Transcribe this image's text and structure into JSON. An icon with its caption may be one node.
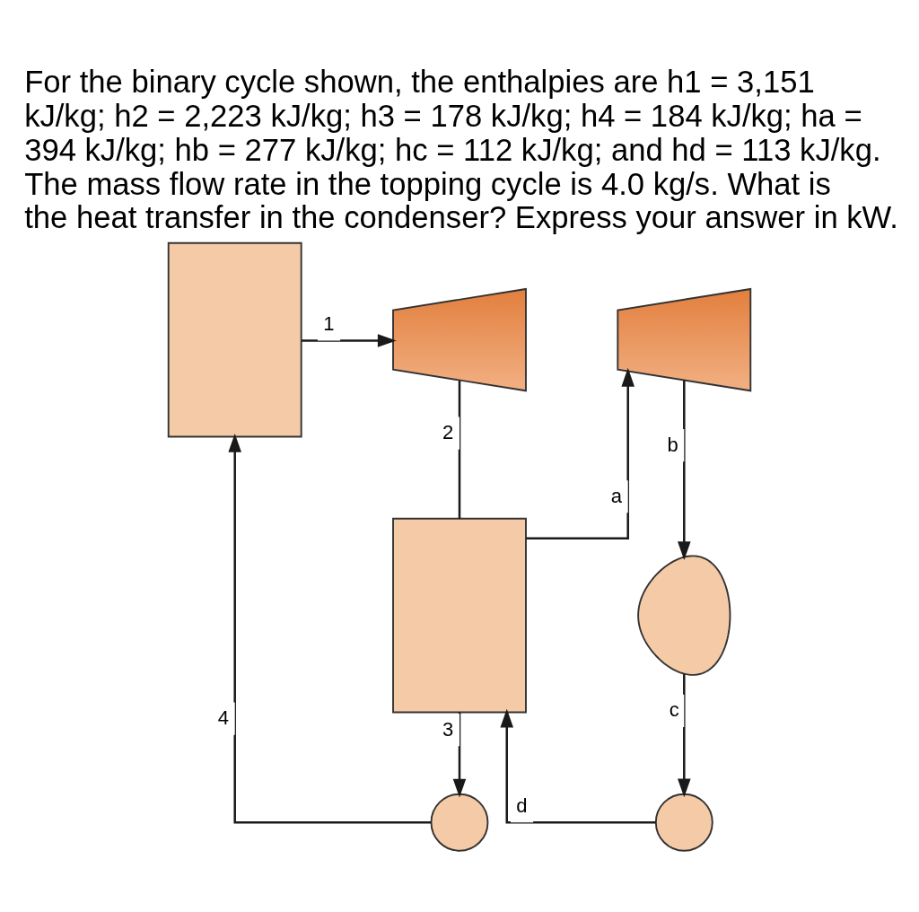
{
  "diagram": {
    "title": "For the binary cycle shown, the enthalpies are h1 = 3,151 kJ/kg; h2 = 2,223 kJ/kg; h3 = 178 kJ/kg; h4 = 184 kJ/kg; ha = 394 kJ/kg; hb = 277 kJ/kg; hc = 112 kJ/kg; and hd = 113 kJ/kg. The mass flow rate in the topping cycle is 4.0 kg/s. What is the heat transfer in the condenser? Express your answer in kW.",
    "nodes": [
      {
        "text": [],
        "shape": "box"
      },
      {
        "text": [],
        "shape": "trapezium"
      },
      {
        "text": [],
        "shape": "box"
      },
      {
        "text": [],
        "shape": "circle"
      },
      {
        "text": [],
        "shape": "trapezium"
      },
      {
        "text": [],
        "shape": "egg"
      },
      {
        "text": [],
        "shape": "circle"
      }
    ],
    "edges": [
      {
        "from": 0,
        "to": 1,
        "arrow": "to",
        "label": "1"
      },
      {
        "from": 1,
        "to": 2,
        "arrow": "none",
        "label": "2"
      },
      {
        "from": 2,
        "to": 3,
        "arrow": "to",
        "label": "3"
      },
      {
        "from": 3,
        "to": 0,
        "arrow": "to",
        "label": "4"
      },
      {
        "from": 2,
        "to": 4,
        "arrow": "to",
        "label": "a"
      },
      {
        "from": 4,
        "to": 5,
        "arrow": "to",
        "label": "b"
      },
      {
        "from": 5,
        "to": 6,
        "arrow": "to",
        "label": "c"
      },
      {
        "from": 6,
        "to": 2,
        "arrow": "to",
        "label": "d"
      }
    ]
  }
}
